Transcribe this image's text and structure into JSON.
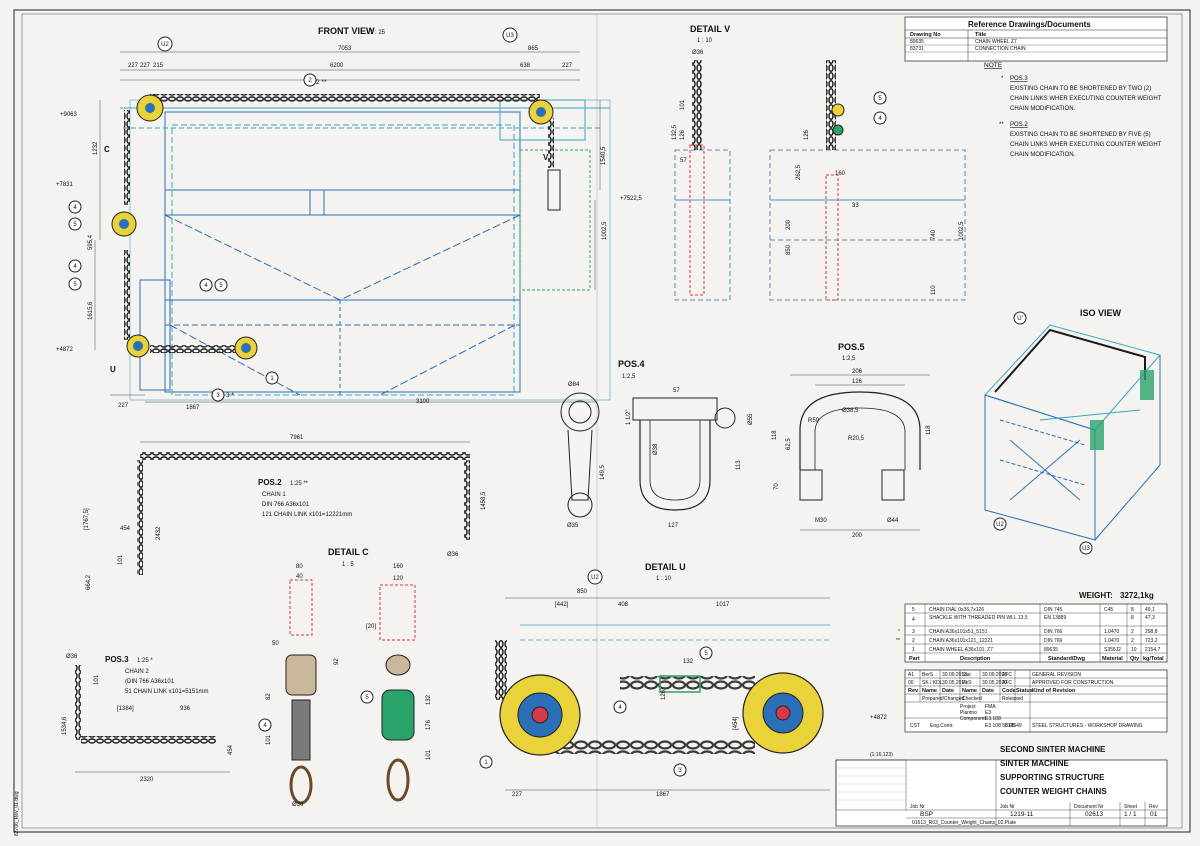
{
  "views": {
    "front_view": {
      "title": "FRONT VIEW",
      "scale": "1 : 25"
    },
    "detail_v": {
      "title": "DETAIL V",
      "scale": "1 : 10"
    },
    "detail_c": {
      "title": "DETAIL C",
      "scale": "1 : 5"
    },
    "detail_u": {
      "title": "DETAIL U",
      "scale": "1 : 10"
    },
    "pos4": {
      "title": "POS.4",
      "scale": "1:2,5"
    },
    "pos5": {
      "title": "POS.5",
      "scale": "1:2,5"
    },
    "iso_view": {
      "title": "ISO VIEW"
    }
  },
  "balloons": {
    "u2": "U2",
    "u3": "U3",
    "v": "V",
    "c": "C",
    "u": "U",
    "u_prime": "U'",
    "n1": "1",
    "n2": "2",
    "n3": "3",
    "n4": "4",
    "n5": "5"
  },
  "front_dims": {
    "d7053": "7053",
    "d865": "865",
    "d6200": "6200",
    "d638": "638",
    "d227a": "227",
    "d227b": "227",
    "d227c": "227",
    "d215": "215",
    "d1232": "1232",
    "d1540": "1540,5",
    "d1002": "1002,5",
    "d595": "595,4",
    "d1615": "1615,6",
    "d1867": "1867",
    "d3100": "3100",
    "d227d": "227",
    "elev9063": "+9063",
    "elev7831": "+7831",
    "elev4872": "+4872",
    "elev7522": "+7522,5",
    "mark2": "2 **",
    "mark3": "3 *"
  },
  "detail_v_dims": {
    "d36": "Ø36",
    "d101": "101",
    "d126": "126",
    "d1325": "132,5",
    "d57": "57",
    "d2625": "262,5",
    "d160": "160",
    "d33": "33",
    "d200": "200",
    "d740": "740",
    "d1002": "1002,5",
    "d850": "850",
    "d110": "110"
  },
  "pos2": {
    "title": "POS.2",
    "scale": "1:25 **",
    "line1": "CHAIN 1",
    "line2": "DIN 766 A36x101",
    "line3": "121 CHAIN LINK x101=12221mm",
    "d7961": "7961",
    "d1767": "[1767,5]",
    "d454": "454",
    "d2432": "2432",
    "d101": "101",
    "d6642": "664,2",
    "d14585": "1458,5",
    "d36": "Ø36"
  },
  "pos3": {
    "title": "POS.3",
    "scale": "1:25 *",
    "line1": "CHAIN 2",
    "line2": "(DIN 766 A36x101",
    "line3": "51 CHAIN LINK x101=5151mm",
    "d36": "Ø36",
    "d101": "101",
    "d1384": "[1384]",
    "d936": "936",
    "d15346": "1534,6",
    "d454": "454",
    "d2320": "2320"
  },
  "pos4_dims": {
    "d84": "Ø84",
    "d57": "57",
    "d112": "1 1/2\"",
    "d38": "Ø38",
    "d35": "Ø35",
    "d127": "127",
    "d1495": "149,5",
    "d113": "113",
    "d55": "Ø55"
  },
  "pos5_dims": {
    "d206": "206",
    "d126": "126",
    "d59": "R59",
    "d385": "Ø38,5",
    "d205": "R20,5",
    "d118": "118",
    "d625": "62,5",
    "d70": "70",
    "d30": "M30",
    "d44": "Ø44",
    "d200": "200",
    "d1182": "118"
  },
  "detail_c_dims": {
    "d80": "80",
    "d40": "40",
    "d160": "160",
    "d120": "120",
    "d50": "50",
    "d92": "92",
    "d82": "82",
    "d101": "101",
    "d20": "[20]",
    "d132": "132",
    "d176": "176",
    "d101b": "101",
    "d36": "Ø36"
  },
  "detail_u_dims": {
    "d850": "850",
    "d442": "[442]",
    "d408": "408",
    "d1017": "1017",
    "d132": "132",
    "d126": "126",
    "d454": "[454]",
    "d227": "227",
    "d1867": "1867",
    "elev4872": "+4872"
  },
  "reference": {
    "header": "Reference Drawings/Documents",
    "col_no": "Drawing No",
    "col_title": "Title",
    "rows": [
      {
        "no": "89635",
        "title": "CHAIN WHEEL Z7"
      },
      {
        "no": "83731",
        "title": "CONNECTION CHAIN"
      }
    ]
  },
  "notes": {
    "heading": "NOTE",
    "n1_mark": "*",
    "n1_pos": "POS.3",
    "n1_text": [
      "EXISTING CHAIN TO BE SHORTENED BY TWO (2)",
      "CHAIN LINKS WHER EXECUTING COUNTER WEIGHT",
      "CHAIN MODIFICATION."
    ],
    "n2_mark": "**",
    "n2_pos": "POS.2",
    "n2_text": [
      "EXISTING CHAIN TO BE SHORTENED BY FIVE (5)",
      "CHAIN LINKS WHER EXECUTING COUNTER WEIGHT",
      "CHAIN MODIFICATION."
    ]
  },
  "weight": {
    "label": "WEIGHT:",
    "value": "3272,1kg"
  },
  "bom": {
    "headers": [
      "Part",
      "Description",
      "Standard/Dwg",
      "Material",
      "Qty",
      "kg/Total"
    ],
    "rows": [
      {
        "mark": "",
        "part": "5",
        "desc": "CHAIN DIAL 0x36,7x126",
        "std": "DIN 745",
        "mat": "C45",
        "qty": "8",
        "kg": "49,1"
      },
      {
        "mark": "",
        "part": "4",
        "desc": "SHACKLE WITH THREADED PIN WLL 13,5",
        "std": "EN 13889",
        "mat": "",
        "qty": "8",
        "kg": "47,3"
      },
      {
        "mark": "*",
        "part": "3",
        "desc": "CHAIN A36x101x51_5151",
        "std": "DIN 766",
        "mat": "1.0470",
        "qty": "2",
        "kg": "298,8"
      },
      {
        "mark": "**",
        "part": "2",
        "desc": "CHAIN A36x101x121_12221",
        "std": "DIN 766",
        "mat": "1.0470",
        "qty": "2",
        "kg": "723,2"
      },
      {
        "mark": "",
        "part": "1",
        "desc": "CHAIN WHEEL A36x101, Z7",
        "std": "89635",
        "mat": "S355J2",
        "qty": "10",
        "kg": "2154,7"
      }
    ]
  },
  "revisions": [
    {
      "rev": "A1",
      "by": "BerS",
      "date": "30.09.2013",
      "chk": "Stai",
      "cdate": "30.09.2013",
      "code": "AFC",
      "text": "GENERAL REVISION"
    },
    {
      "rev": "00",
      "by": "SK / KDL",
      "date": "30.05.2010",
      "chk": "PeS",
      "cdate": "30.05.2010",
      "code": "AFC",
      "text": "APPROVED FOR CONSTRUCTION"
    }
  ],
  "rev_header": [
    "Rev",
    "Name",
    "Date",
    "Name",
    "Date",
    "Code",
    "Status",
    "Kind of Revision"
  ],
  "approval": {
    "prepared": "Prepared/Changed",
    "checked": "Checked",
    "released": "Released",
    "proj_lbl": "Project",
    "proj": "FMA",
    "plant_lbl": "Plantno",
    "plant": "E3",
    "comp_lbl": "Component",
    "comp": "E3.108",
    "code": "E3 108 58 08"
  },
  "company": {
    "eng_lbl": "Eng.Contr.",
    "eng": "CST",
    "no": "818549",
    "title": "STEEL STRUCTURES - WORKSHOP DRAWING"
  },
  "title_block": {
    "lines": [
      "SECOND SINTER MACHINE",
      "SINTER MACHINE",
      "SUPPORTING STRUCTURE",
      "COUNTER WEIGHT CHAINS"
    ],
    "job_lbl": "Job Nr",
    "job": "1219-11",
    "doc_lbl": "Document Nr",
    "doc": "02613",
    "sheet_lbl": "Sheet",
    "sheet": "1 / 1",
    "rev_lbl": "Rev",
    "rev": "01",
    "code": "BSP",
    "extra": "(1:16,123)",
    "file": "01613_R03_Counter_Weight_Chains_02.Plate"
  },
  "left_margin": {
    "text": "82706_Rev_01.dwg"
  },
  "colors": {
    "frame": "#1a1a1a",
    "structure": "#2a6fb8",
    "structure_light": "#3aa6c9",
    "wheel": "#e9d23a",
    "hidden": "#d9374a",
    "green": "#2aa36b"
  }
}
